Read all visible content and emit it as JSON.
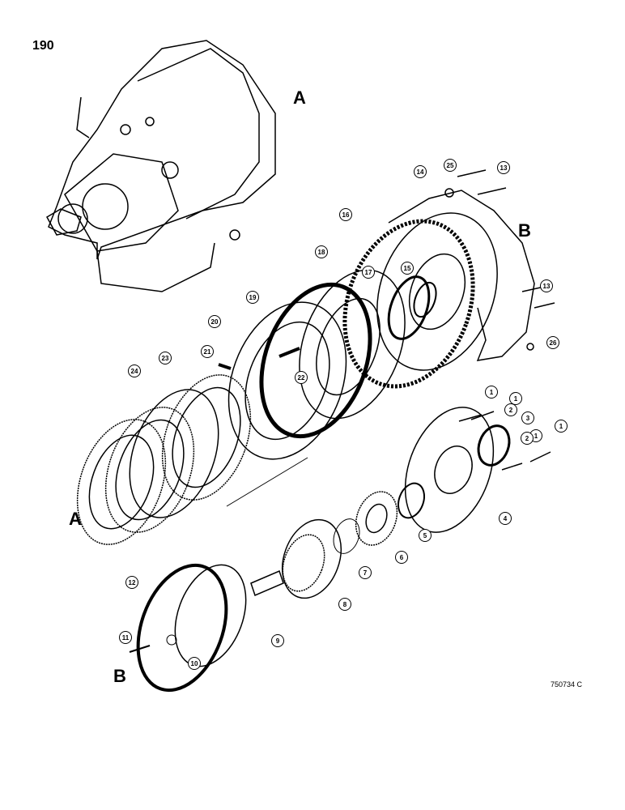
{
  "page_number": "190",
  "figure_reference": "750734 C",
  "view_labels": {
    "a_top": "A",
    "b_right": "B",
    "a_left": "A",
    "b_bottom": "B"
  },
  "callouts": [
    {
      "id": "c1a",
      "text": "1"
    },
    {
      "id": "c1b",
      "text": "1"
    },
    {
      "id": "c1c",
      "text": "1"
    },
    {
      "id": "c1d",
      "text": "1"
    },
    {
      "id": "c2a",
      "text": "2"
    },
    {
      "id": "c2b",
      "text": "2"
    },
    {
      "id": "c3",
      "text": "3"
    },
    {
      "id": "c4",
      "text": "4"
    },
    {
      "id": "c5",
      "text": "5"
    },
    {
      "id": "c6",
      "text": "6"
    },
    {
      "id": "c7",
      "text": "7"
    },
    {
      "id": "c8",
      "text": "8"
    },
    {
      "id": "c9",
      "text": "9"
    },
    {
      "id": "c10",
      "text": "10"
    },
    {
      "id": "c11",
      "text": "11"
    },
    {
      "id": "c12",
      "text": "12"
    },
    {
      "id": "c13a",
      "text": "13"
    },
    {
      "id": "c13b",
      "text": "13"
    },
    {
      "id": "c14",
      "text": "14"
    },
    {
      "id": "c15",
      "text": "15"
    },
    {
      "id": "c16",
      "text": "16"
    },
    {
      "id": "c17",
      "text": "17"
    },
    {
      "id": "c18",
      "text": "18"
    },
    {
      "id": "c19",
      "text": "19"
    },
    {
      "id": "c20",
      "text": "20"
    },
    {
      "id": "c21",
      "text": "21"
    },
    {
      "id": "c22",
      "text": "22"
    },
    {
      "id": "c23",
      "text": "23"
    },
    {
      "id": "c24",
      "text": "24"
    },
    {
      "id": "c25",
      "text": "25"
    },
    {
      "id": "c26",
      "text": "26"
    }
  ]
}
